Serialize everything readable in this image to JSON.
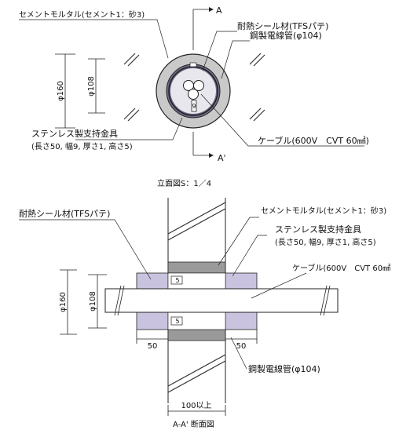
{
  "elevation": {
    "label_mortar": "セメントモルタル(セメント1：砂3)",
    "label_seal": "耐熱シール材(TFSパテ)",
    "label_pipe": "鋼製電線管(φ104)",
    "label_bracket_1": "ステンレス製支持金具",
    "label_bracket_2": "(長さ50, 幅9, 厚さ1, 高さ5)",
    "label_cable": "ケーブル(600V　CVT 60㎟)",
    "section_mark_top": "A",
    "section_mark_bottom": "A'",
    "dim_outer": "φ160",
    "dim_inner": "φ108",
    "bracket_mark": "9",
    "title": "立面図S：1／4"
  },
  "section": {
    "label_seal": "耐熱シール材(TFSパテ)",
    "label_mortar": "セメントモルタル(セメント1：砂3)",
    "label_bracket_1": "ステンレス製支持金具",
    "label_bracket_2": "(長さ50, 幅9, 厚さ1, 高さ5)",
    "label_cable": "ケーブル(600V　CVT 60㎟",
    "label_pipe": "鋼製電線管(φ104)",
    "dim_outer": "φ160",
    "dim_inner": "φ108",
    "dim_left": "50",
    "dim_right": "50",
    "dim_wall": "100以上",
    "bracket_mark_top": "5",
    "bracket_mark_bottom": "5",
    "title": "A-A' 断面図"
  }
}
